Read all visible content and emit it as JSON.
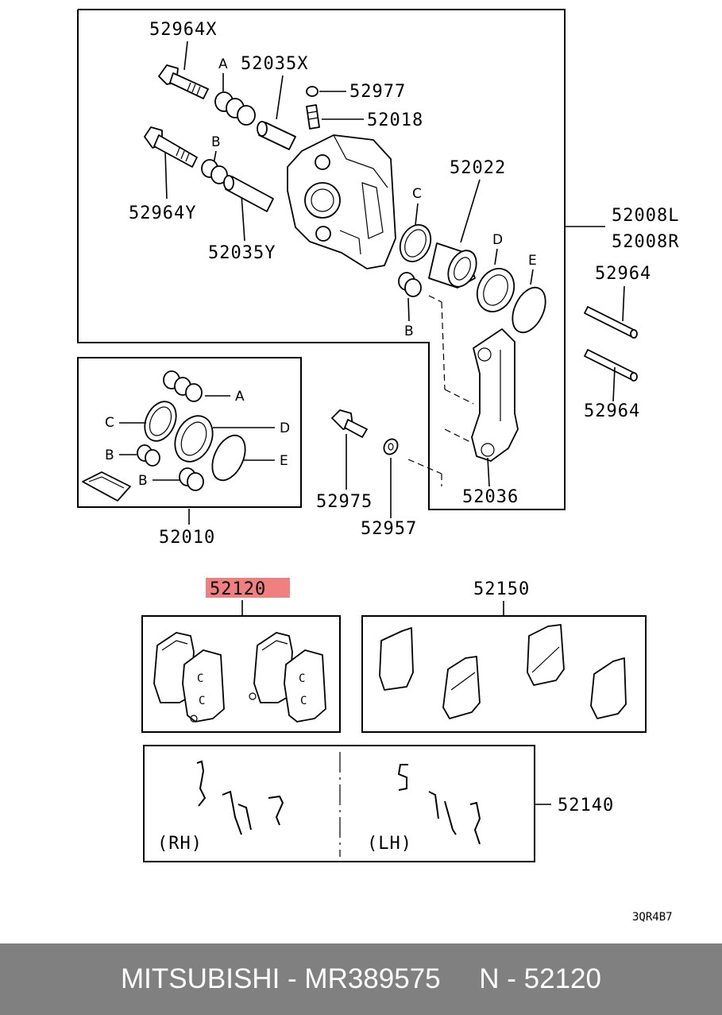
{
  "labels": {
    "p52964X": "52964X",
    "p52035X": "52035X",
    "p52977": "52977",
    "p52018": "52018",
    "p52022": "52022",
    "p52008L": "52008L",
    "p52008R": "52008R",
    "p52964Y": "52964Y",
    "p52035Y": "52035Y",
    "p52964a": "52964",
    "p52964b": "52964",
    "p52975": "52975",
    "p52957": "52957",
    "p52036": "52036",
    "p52010": "52010",
    "p52120": "52120",
    "p52150": "52150",
    "p52140": "52140",
    "rh": "(RH)",
    "lh": "(LH)",
    "diagram_code": "3QR4B7"
  },
  "letters": {
    "A1": "A",
    "B1": "B",
    "C1": "C",
    "D1": "D",
    "E1": "E",
    "B2": "B",
    "A2": "A",
    "C2": "C",
    "D2": "D",
    "B3": "B",
    "E2": "E",
    "B4": "B"
  },
  "highlight_color": "#f08080",
  "footer": {
    "text": "MITSUBISHI - MR389575     N - 52120",
    "background": "#808080"
  }
}
